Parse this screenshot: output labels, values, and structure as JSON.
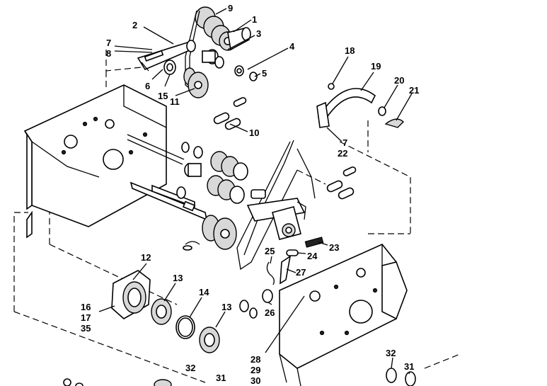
{
  "callouts": {
    "c1": "1",
    "c2": "2",
    "c3": "3",
    "c4": "4",
    "c5": "5",
    "c6": "6",
    "c7a": "7",
    "c8": "8",
    "c9": "9",
    "c10": "10",
    "c11": "11",
    "c12": "12",
    "c13a": "13",
    "c13b": "13",
    "c14": "14",
    "c15": "15",
    "c16": "16",
    "c17": "17",
    "c18": "18",
    "c19": "19",
    "c20": "20",
    "c21": "21",
    "c7b": "7",
    "c22": "22",
    "c23": "23",
    "c24": "24",
    "c25": "25",
    "c26": "26",
    "c27": "27",
    "c28": "28",
    "c29": "29",
    "c30": "30",
    "c31a": "31",
    "c31b": "31",
    "c32a": "32",
    "c32b": "32",
    "c35": "35"
  }
}
